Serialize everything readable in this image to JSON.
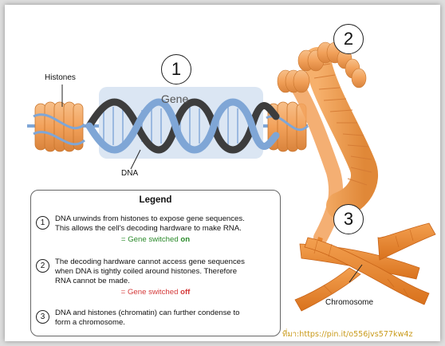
{
  "labels": {
    "histones": "Histones",
    "gene": "Gene",
    "dna": "DNA",
    "chromosome": "Chromosome"
  },
  "step_numbers": [
    "1",
    "2",
    "3"
  ],
  "legend": {
    "title": "Legend",
    "items": [
      {
        "number": "1",
        "text_lines": [
          "DNA unwinds from histones to expose gene sequences.",
          "This allows the cell's decoding hardware to make RNA."
        ],
        "switch_prefix": "= Gene switched ",
        "switch_state": "on"
      },
      {
        "number": "2",
        "text_lines": [
          "The decoding hardware cannot access gene sequences",
          "when DNA is tightly coiled around histones. Therefore",
          "RNA cannot be made."
        ],
        "switch_prefix": "= Gene switched ",
        "switch_state": "off"
      },
      {
        "number": "3",
        "text_lines": [
          "DNA and histones (chromatin) can further condense to",
          "form a chromosome."
        ]
      }
    ]
  },
  "source_caption": "ที่มา:https://pin.it/o556jvs577kw4z",
  "colors": {
    "histone": "#f2a15a",
    "dna_light": "#7fa6d6",
    "dna_dark": "#3d3d3d",
    "gene_highlight": "#dbe6f3",
    "chromosome": "#e9852e",
    "switch_on": "#2a8a2a",
    "switch_off": "#d43a3a"
  }
}
